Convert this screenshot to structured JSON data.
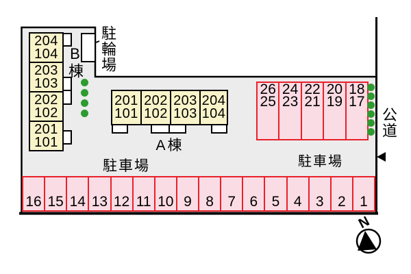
{
  "buildings": {
    "b": {
      "label": "B棟",
      "units": [
        [
          "204",
          "104"
        ],
        [
          "203",
          "103"
        ],
        [
          "202",
          "102"
        ],
        [
          "201",
          "101"
        ]
      ]
    },
    "a": {
      "label": "A棟",
      "units": [
        [
          "201",
          "101"
        ],
        [
          "202",
          "102"
        ],
        [
          "203",
          "103"
        ],
        [
          "204",
          "104"
        ]
      ]
    }
  },
  "bicycle_parking": {
    "label": "駐輪場"
  },
  "right_parking": {
    "label": "駐車場",
    "stalls": [
      [
        "26",
        "25"
      ],
      [
        "24",
        "23"
      ],
      [
        "22",
        "21"
      ],
      [
        "20",
        "19"
      ],
      [
        "18",
        "17"
      ]
    ]
  },
  "bottom_parking": {
    "label": "駐車場",
    "stalls": [
      "16",
      "15",
      "14",
      "13",
      "12",
      "11",
      "10",
      "9",
      "8",
      "7",
      "6",
      "5",
      "4",
      "3",
      "2",
      "1"
    ]
  },
  "road": {
    "label": "公道"
  },
  "compass": {
    "label": "N"
  },
  "colors": {
    "site_fill": "#ececec",
    "outline": "#000000",
    "building_fill": "#f8f3c9",
    "building_border": "#000000",
    "stall_fill": "#fadce4",
    "stall_border": "#e8212b",
    "tree_green": "#2e9b30",
    "text": "#000000"
  }
}
